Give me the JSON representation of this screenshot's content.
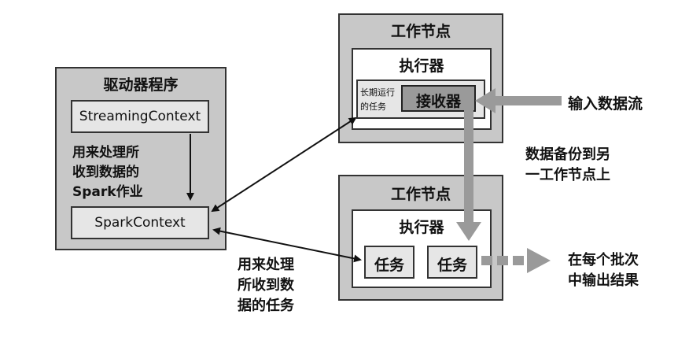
{
  "driver": {
    "title": "驱动器程序",
    "streaming_context": "StreamingContext",
    "desc_lines": [
      "用来处理所",
      "收到数据的",
      "Spark作业"
    ],
    "spark_context": "SparkContext"
  },
  "worker_top": {
    "title": "工作节点",
    "executor": "执行器",
    "long_task_lines": [
      "长期运行",
      "的任务"
    ],
    "receiver": "接收器"
  },
  "worker_bottom": {
    "title": "工作节点",
    "executor": "执行器",
    "task1": "任务",
    "task2": "任务"
  },
  "labels": {
    "input_stream": "输入数据流",
    "backup_lines": [
      "数据备份到另",
      "一工作节点上"
    ],
    "process_lines": [
      "用来处理",
      "所收到数",
      "据的任务"
    ],
    "output_lines": [
      "在每个批次",
      "中输出结果"
    ]
  }
}
